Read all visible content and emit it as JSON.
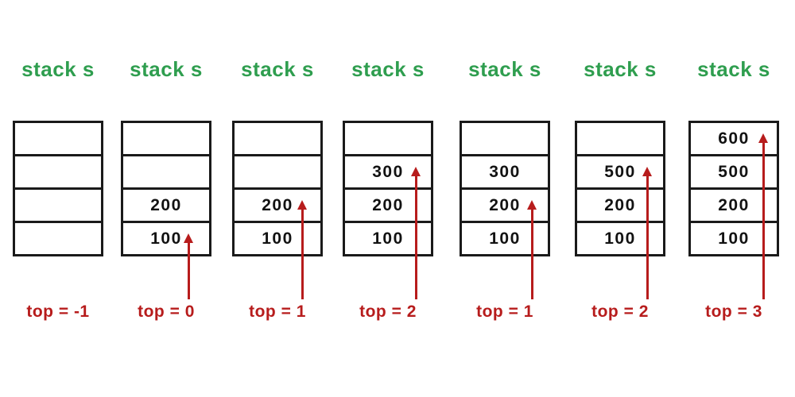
{
  "colors": {
    "title_green": "#2f9e4f",
    "pointer_red": "#b71c1c",
    "border_black": "#1a1a1a"
  },
  "stacks": [
    {
      "title": "stack s",
      "cells": [
        "",
        "",
        "",
        ""
      ],
      "label": "top = -1",
      "arrow_row": null
    },
    {
      "title": "stack s",
      "cells": [
        "",
        "",
        "200",
        "100"
      ],
      "label": "top = 0",
      "arrow_row": 3
    },
    {
      "title": "stack s",
      "cells": [
        "",
        "",
        "200",
        "100"
      ],
      "label": "top = 1",
      "arrow_row": 2
    },
    {
      "title": "stack s",
      "cells": [
        "",
        "300",
        "200",
        "100"
      ],
      "label": "top = 2",
      "arrow_row": 1
    },
    {
      "title": "stack s",
      "cells": [
        "",
        "300",
        "200",
        "100"
      ],
      "label": "top = 1",
      "arrow_row": 2
    },
    {
      "title": "stack s",
      "cells": [
        "",
        "500",
        "200",
        "100"
      ],
      "label": "top = 2",
      "arrow_row": 1
    },
    {
      "title": "stack s",
      "cells": [
        "600",
        "500",
        "200",
        "100"
      ],
      "label": "top = 3",
      "arrow_row": 0
    }
  ]
}
